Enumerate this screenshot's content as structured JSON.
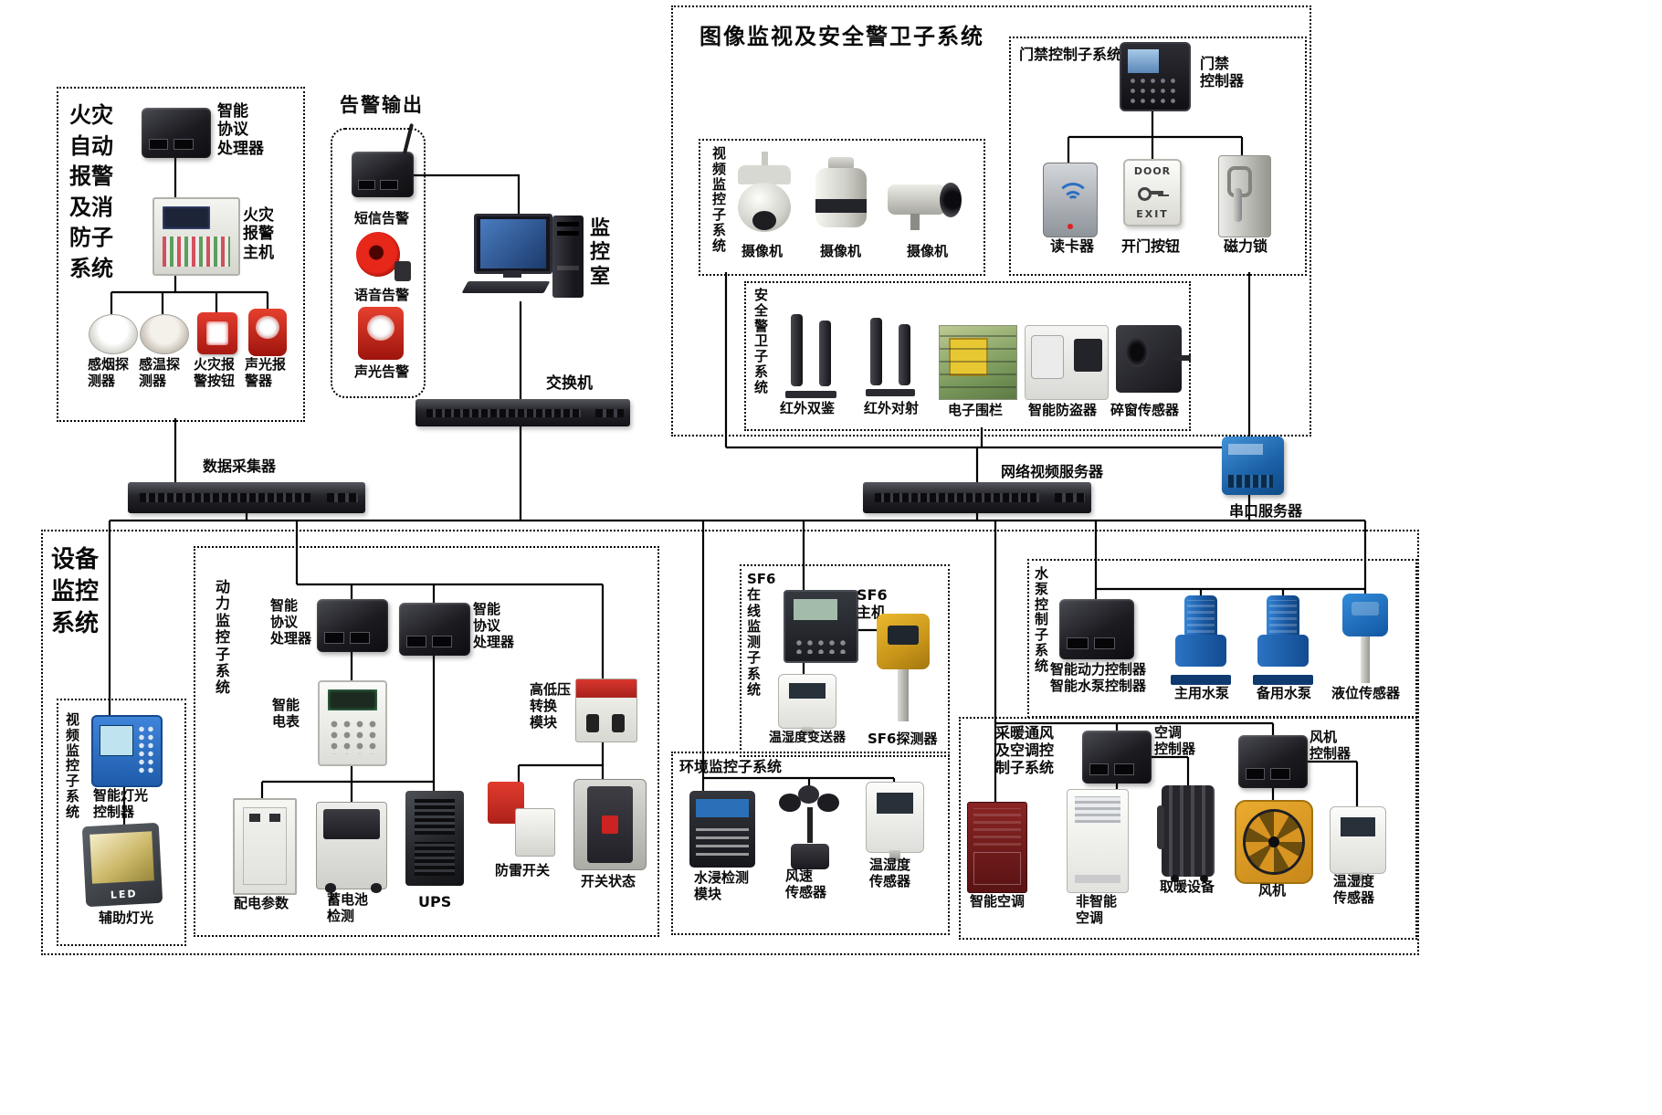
{
  "fire": {
    "title": "火灾\n自动\n报警\n及消\n防子\n系统",
    "processor": "智能\n协议\n处理器",
    "host": "火灾\n报警\n主机",
    "smoke": "感烟探\n测器",
    "heat": "感温探\n测器",
    "button": "火灾报\n警按钮",
    "sounder": "声光报\n警器"
  },
  "alarm": {
    "title": "告警输出",
    "sms": "短信告警",
    "voice": "语音告警",
    "soundlight": "声光告警"
  },
  "room": {
    "label": "监\n控\n室"
  },
  "net": {
    "switch": "交换机",
    "collector": "数据采集器",
    "nvr": "网络视频服务器",
    "serial": "串口服务器"
  },
  "sec": {
    "title": "图像监视及安全警卫子系统",
    "access": {
      "title": "门禁控制子系统",
      "controller": "门禁\n控制器",
      "reader": "读卡器",
      "button": "开门按钮",
      "lock": "磁力锁",
      "door": "DOOR",
      "exit": "EXIT"
    },
    "video": {
      "title": "视\n频\n监\n控\n子\n系\n统",
      "camera": "摄像机"
    },
    "guard": {
      "title": "安\n全\n警\n卫\n子\n系\n统",
      "dual": "红外双鉴",
      "beam": "红外对射",
      "fence": "电子围栏",
      "kit": "智能防盗器",
      "glass": "碎窗传感器"
    }
  },
  "eq": {
    "title": "设备\n监控\n系统",
    "video": {
      "title": "视\n频\n监\n控\n子\n系\n统",
      "lightctrl": "智能灯光\n控制器",
      "aux": "辅助灯光",
      "led": "LED"
    },
    "power": {
      "title": "动\n力\n监\n控\n子\n系\n统",
      "proc": "智能\n协议\n处理器",
      "meter": "智能\n电表",
      "hv": "高低压\n转换\n模块",
      "dist": "配电参数",
      "battery": "蓄电池\n检测",
      "ups": "UPS",
      "spd": "防雷开关",
      "state": "开关状态"
    },
    "sf6": {
      "title": "SF6\n在\n线\n监\n测\n子\n系\n统",
      "host": "SF6\n主机",
      "trans": "温湿度变送器",
      "det": "SF6探测器"
    },
    "env": {
      "title": "环境监控子系统",
      "water": "水浸检测\n模块",
      "wind": "风速\n传感器",
      "temp": "温湿度\n传感器"
    },
    "pump": {
      "title": "水\n泵\n控\n制\n子\n系\n统",
      "ctrl": "智能动力控制器\n智能水泵控制器",
      "main": "主用水泵",
      "backup": "备用水泵",
      "level": "液位传感器"
    },
    "hvac": {
      "title": "采暖通风\n及空调控\n制子系统",
      "acctrl": "空调\n控制器",
      "fanctrl": "风机\n控制器",
      "smart": "智能空调",
      "plain": "非智能\n空调",
      "heater": "取暖设备",
      "fan": "风机",
      "temp": "温湿度\n传感器"
    }
  }
}
